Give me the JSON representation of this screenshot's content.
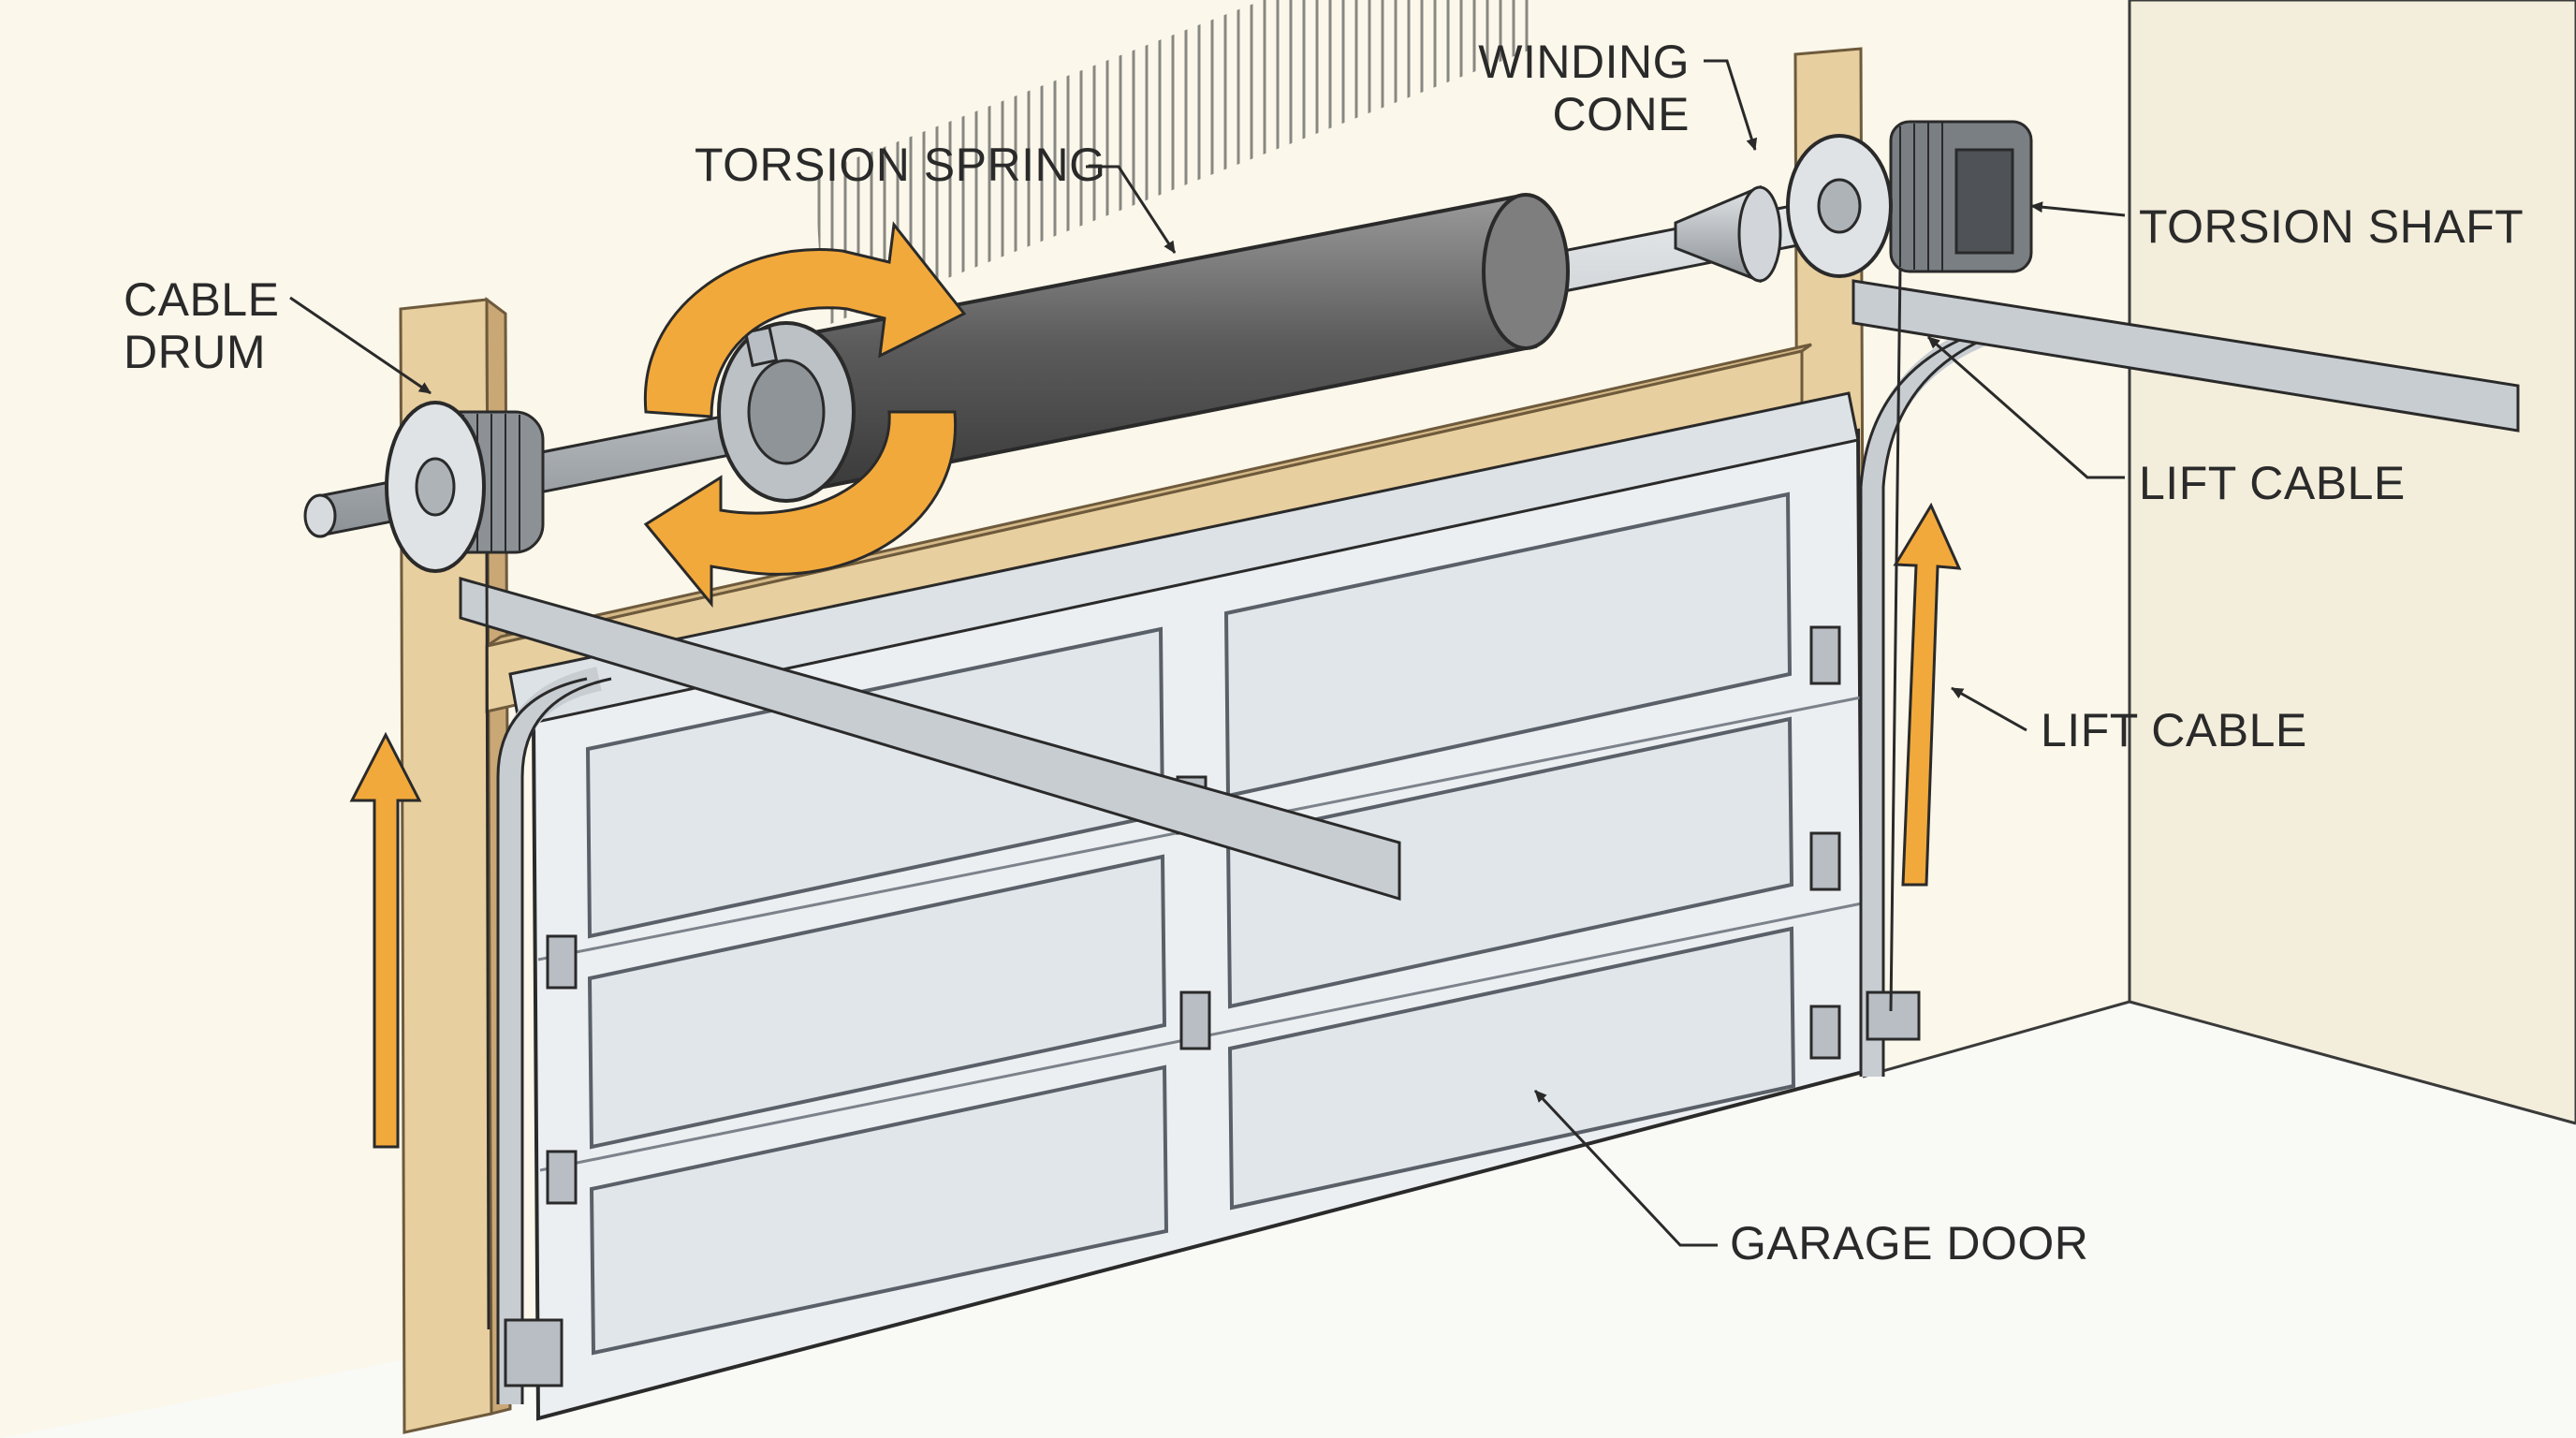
{
  "labels": {
    "winding_cone": [
      "WINDING",
      "CONE"
    ],
    "torsion_spring": "TORSION SPRING",
    "cable_drum": [
      "CABLE",
      "DRUM"
    ],
    "torsion_shaft": "TORSION SHAFT",
    "lift_cable_top": "LIFT CABLE",
    "lift_cable_side": "LIFT CABLE",
    "garage_door": "GARAGE DOOR"
  },
  "colors": {
    "wall": "#fbf7ea",
    "side_wall": "#f4eedb",
    "floor": "#f9f9f6",
    "wood": "#e8cf9f",
    "wood_edge": "#6e5a3c",
    "door_panel": "#e4e8ec",
    "door_frame": "#c4cbd2",
    "metal": "#c8cdd2",
    "metal_dark": "#5a5f64",
    "spring": "#6b6b6b",
    "arrow": "#f2a93b",
    "outline": "#2a2a2a"
  }
}
